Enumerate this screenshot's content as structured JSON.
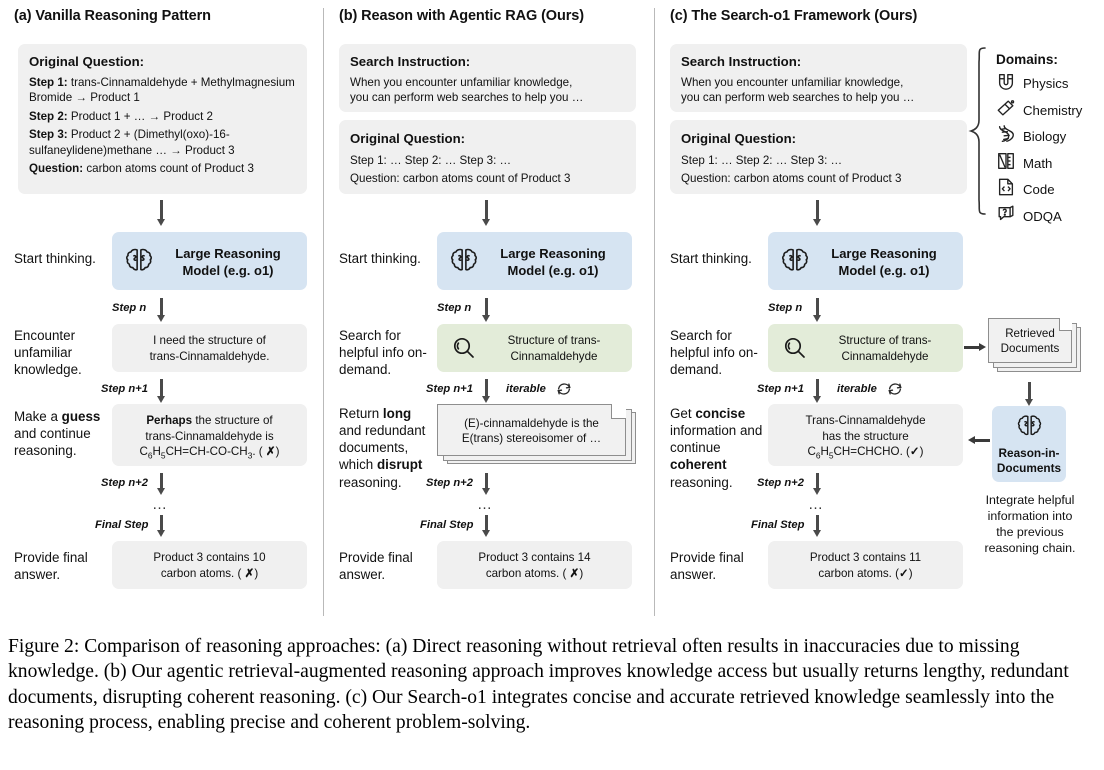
{
  "figure": {
    "caption": "Figure 2: Comparison of reasoning approaches: (a) Direct reasoning without retrieval often results in inaccuracies due to missing knowledge. (b) Our agentic retrieval-augmented reasoning approach improves knowledge access but usually returns lengthy, redundant documents, disrupting coherent reasoning. (c) Our Search-o1 integrates concise and accurate retrieved knowledge seamlessly into the reasoning process, enabling precise and coherent problem-solving."
  },
  "colors": {
    "box_gray": "#f0f0f0",
    "box_blue": "#d6e4f2",
    "box_green": "#e3ecd9",
    "arrow_gray": "#4a4a4a",
    "divider": "#b9b9b9"
  },
  "panel_a": {
    "title": "(a) Vanilla Reasoning Pattern",
    "question_box": {
      "heading": "Original Question:",
      "lines": [
        {
          "label": "Step 1:",
          "text": " trans-Cinnamaldehyde + Methylmagnesium Bromide → Product 1"
        },
        {
          "label": "Step 2:",
          "text": " Product 1 + … → Product 2"
        },
        {
          "label": "Step 3:",
          "text": " Product 2 + (Dimethyl(oxo)-16-sulfaneylidene)methane … → Product 3"
        },
        {
          "label": "Question:",
          "text": " carbon atoms count of Product 3"
        }
      ]
    },
    "model_box": {
      "line1": "Large Reasoning",
      "line2": "Model (e.g. o1)",
      "icon": "brain-icon"
    },
    "sides": [
      {
        "text": "Start thinking."
      },
      {
        "text": "Encounter unfamiliar knowledge."
      },
      {
        "text": "Make a guess and continue reasoning.",
        "bold_word": "guess"
      },
      {
        "text": "Provide final answer."
      }
    ],
    "steps": [
      "Step n",
      "Step n+1",
      "Step n+2",
      "Final Step"
    ],
    "ellipsis": "…",
    "thought_box": {
      "line1": "I need the structure of",
      "line2": "trans-Cinnamaldehyde."
    },
    "guess_box": {
      "bold": "Perhaps",
      "rest1": " the structure of",
      "line2": "trans-Cinnamaldehyde is",
      "formula_pre": "C",
      "formula_sub1": "6",
      "formula_mid": "H",
      "formula_sub2": "5",
      "formula_post": "CH=CH-CO-CH",
      "formula_sub3": "3",
      "formula_tail": ". (",
      "mark": "✗",
      "mark_close": ")"
    },
    "answer_box": {
      "line1": "Product 3 contains 10",
      "line2_pre": "carbon atoms. (",
      "mark": "✗",
      "line2_post": ")"
    }
  },
  "panel_b": {
    "title": "(b) Reason with Agentic RAG (Ours)",
    "instruction_box": {
      "heading": "Search Instruction:",
      "line1": "When you encounter unfamiliar knowledge,",
      "line2": "you can perform web searches to help you …"
    },
    "question_box": {
      "heading": "Original Question:",
      "line1": "Step 1: … Step 2: … Step 3: …",
      "line2": "Question: carbon atoms count of Product 3"
    },
    "model_box": {
      "line1": "Large Reasoning",
      "line2": "Model (e.g. o1)",
      "icon": "brain-icon"
    },
    "search_box": {
      "icon": "magnifier-icon",
      "line1": "Structure of trans-",
      "line2": "Cinnamaldehyde"
    },
    "docs_box": {
      "line1": "(E)-cinnamaldehyde is the",
      "line2": "E(trans) stereoisomer of …"
    },
    "sides": [
      {
        "text": "Start thinking."
      },
      {
        "text": "Search for helpful info on-demand."
      },
      {
        "text": "Return long and redundant documents, which disrupt reasoning."
      },
      {
        "text": "Provide final answer."
      }
    ],
    "steps": [
      "Step n",
      "Step n+1",
      "Step n+2",
      "Final Step"
    ],
    "iterable_label": "iterable",
    "iterable_icon": "refresh-cycle-icon",
    "ellipsis": "…",
    "answer_box": {
      "line1": "Product 3 contains 14",
      "line2_pre": "carbon atoms. (",
      "mark": "✗",
      "line2_post": ")"
    }
  },
  "panel_c": {
    "title": "(c) The Search-o1 Framework (Ours)",
    "instruction_box": {
      "heading": "Search Instruction:",
      "line1": "When you encounter unfamiliar knowledge,",
      "line2": "you can perform web searches to help you …"
    },
    "question_box": {
      "heading": "Original Question:",
      "line1": "Step 1: … Step 2: … Step 3: …",
      "line2": "Question: carbon atoms count of Product 3"
    },
    "model_box": {
      "line1": "Large Reasoning",
      "line2": "Model (e.g. o1)",
      "icon": "brain-icon"
    },
    "search_box": {
      "icon": "magnifier-icon",
      "line1": "Structure of trans-",
      "line2": "Cinnamaldehyde"
    },
    "concise_box": {
      "line1": "Trans-Cinnamaldehyde",
      "line2": "has the structure",
      "formula_pre": "C",
      "formula_sub1": "6",
      "formula_mid": "H",
      "formula_sub2": "5",
      "formula_post": "CH=CHCHO. (",
      "mark": "✓",
      "mark_close": ")"
    },
    "sides": [
      {
        "text": "Start thinking."
      },
      {
        "text": "Search for helpful info on-demand."
      },
      {
        "text": "Get concise information and continue coherent reasoning."
      },
      {
        "text": "Provide final answer."
      }
    ],
    "steps": [
      "Step n",
      "Step n+1",
      "Step n+2",
      "Final Step"
    ],
    "iterable_label": "iterable",
    "iterable_icon": "refresh-cycle-icon",
    "ellipsis": "…",
    "answer_box": {
      "line1": "Product 3 contains 11",
      "line2_pre": "carbon atoms. (",
      "mark": "✓",
      "line2_post": ")"
    },
    "retrieved_docs": {
      "line1": "Retrieved",
      "line2": "Documents"
    },
    "reason_in_docs": {
      "line1": "Reason-in-",
      "line2": "Documents",
      "icon": "brain-icon"
    },
    "integrate_note": {
      "line1": "Integrate helpful",
      "line2": "information into",
      "line3": "the previous",
      "line4": "reasoning chain."
    },
    "domains": {
      "title": "Domains:",
      "items": [
        {
          "label": "Physics",
          "icon": "magnet-icon"
        },
        {
          "label": "Chemistry",
          "icon": "flask-icon"
        },
        {
          "label": "Biology",
          "icon": "dna-icon"
        },
        {
          "label": "Math",
          "icon": "ruler-chart-icon"
        },
        {
          "label": "Code",
          "icon": "code-document-icon"
        },
        {
          "label": "ODQA",
          "icon": "question-bubble-icon"
        }
      ]
    }
  }
}
